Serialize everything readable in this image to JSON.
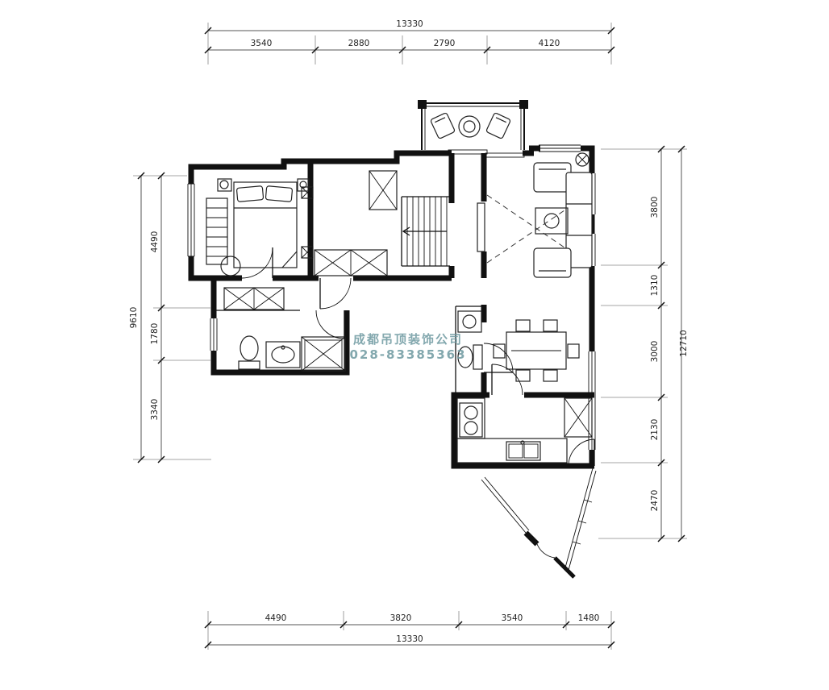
{
  "watermark": {
    "line1": "成都吊顶装饰公司",
    "line2": "028-83385363",
    "color": "#6e99a1"
  },
  "dimensions": {
    "top": {
      "total": "13330",
      "segments": [
        "3540",
        "2880",
        "2790",
        "4120"
      ]
    },
    "bottom": {
      "total": "13330",
      "segments": [
        "4490",
        "3820",
        "3540",
        "1480"
      ]
    },
    "left": {
      "total": "9610",
      "segments": [
        "4490",
        "1780",
        "3340"
      ]
    },
    "right": {
      "total": "12710",
      "segments": [
        "3800",
        "1310",
        "3000",
        "2130",
        "2470"
      ]
    }
  },
  "colors": {
    "wall": "#111111",
    "background": "#ffffff",
    "dimension_text": "#222222"
  }
}
